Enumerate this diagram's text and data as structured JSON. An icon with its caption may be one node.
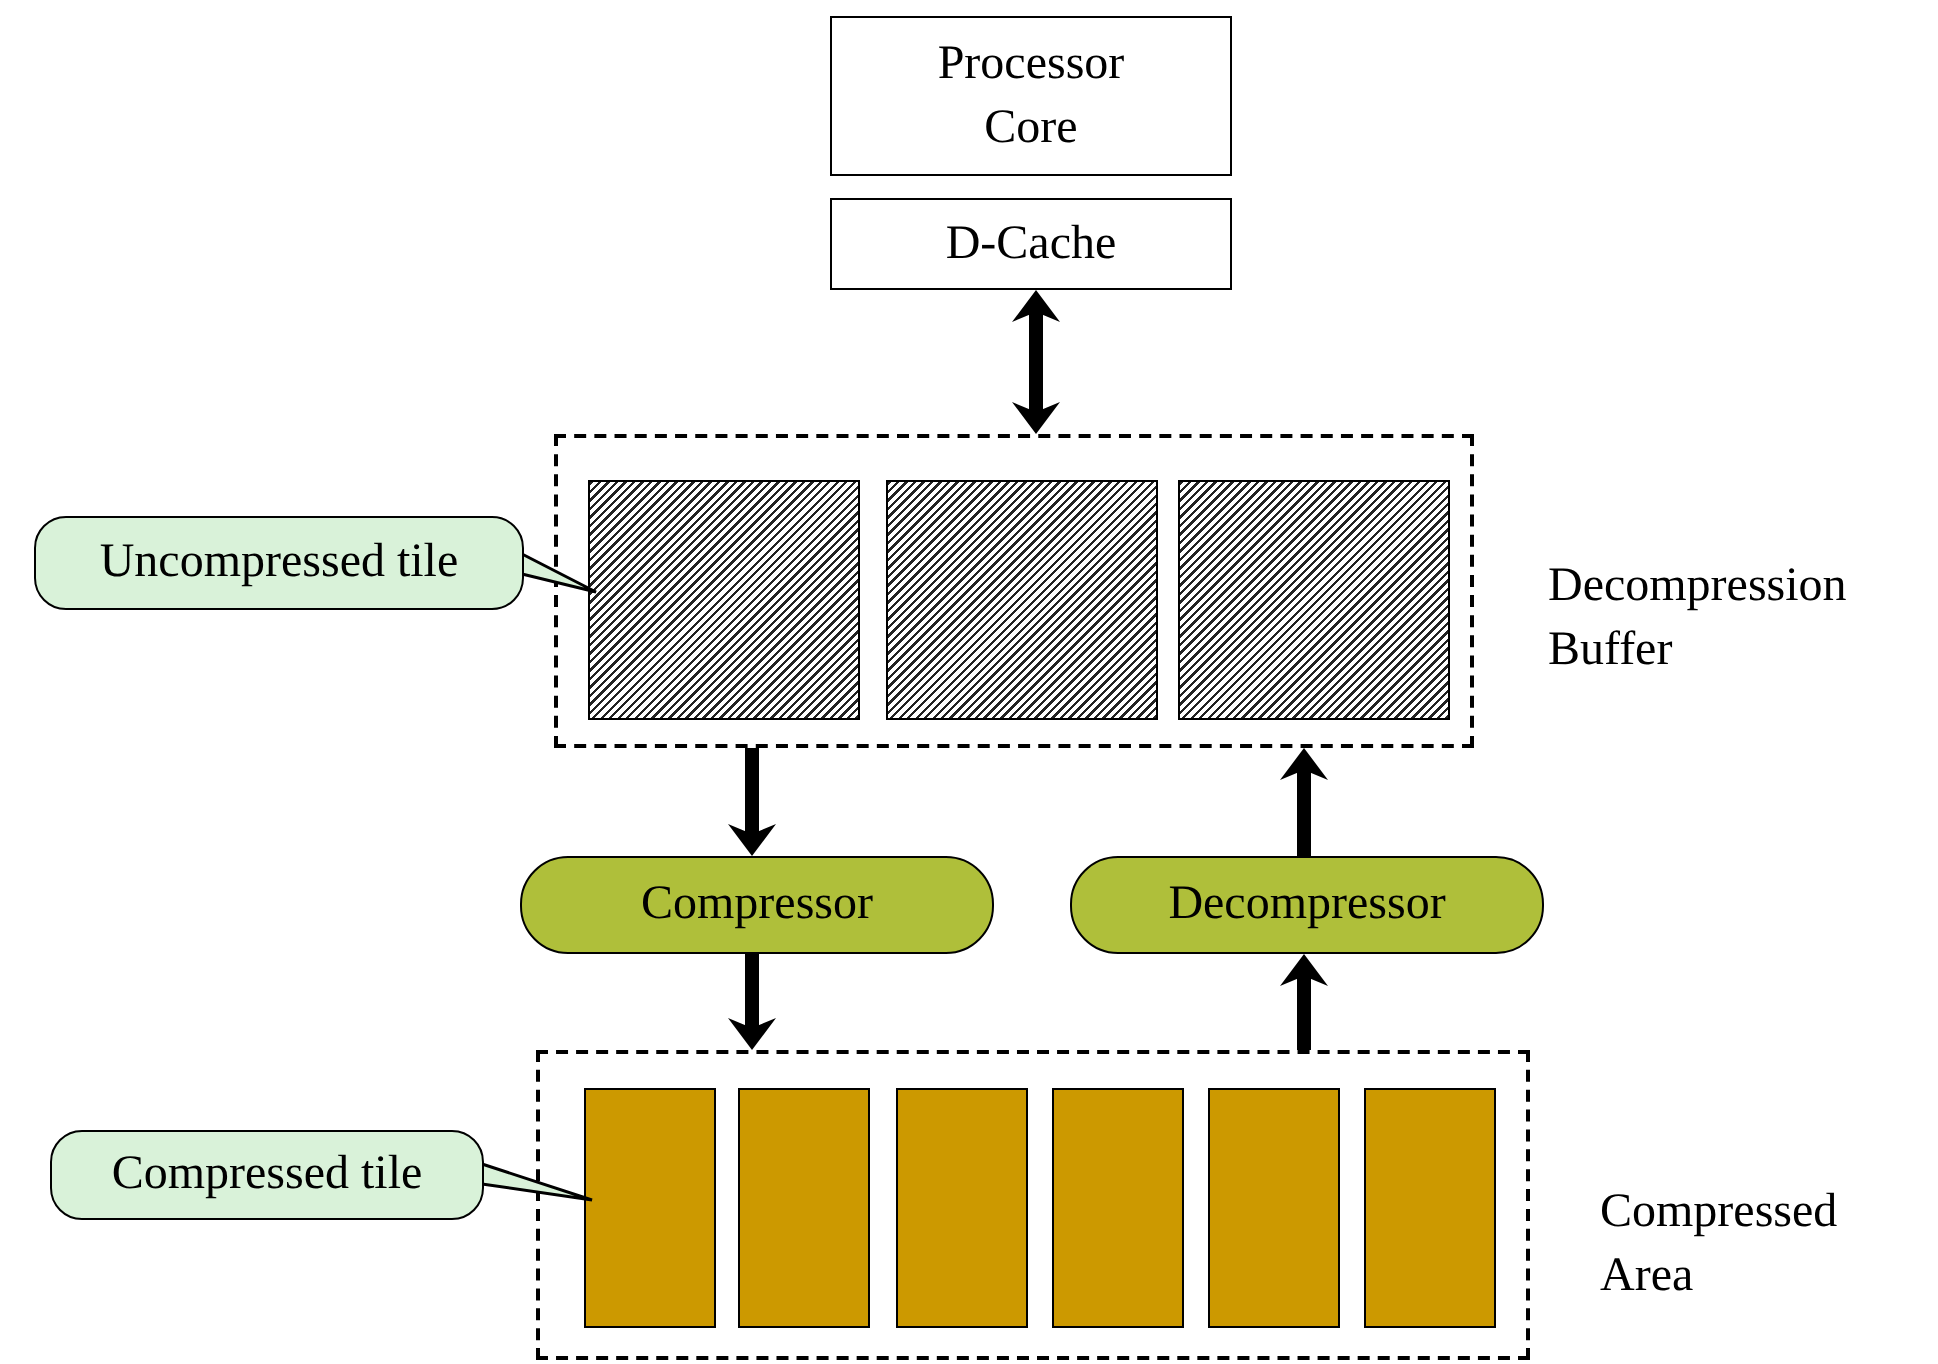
{
  "diagram": {
    "nodes": [
      {
        "text": [
          "Processor Core"
        ]
      },
      {
        "text": [
          "D-Cache"
        ]
      },
      {
        "text": [
          "Decompression Buffer"
        ]
      },
      {
        "text": [],
        "shape": "box",
        "in": 2
      },
      {
        "text": [],
        "shape": "box",
        "in": 2
      },
      {
        "text": [],
        "shape": "box",
        "in": 2
      },
      {
        "text": [
          "Compressor"
        ]
      },
      {
        "text": [
          "Decompressor"
        ]
      },
      {
        "text": [
          "Compressed Area"
        ]
      },
      {
        "text": [],
        "shape": "box",
        "in": 8
      },
      {
        "text": [],
        "shape": "box",
        "in": 8
      },
      {
        "text": [],
        "shape": "box",
        "in": 8
      },
      {
        "text": [],
        "shape": "box",
        "in": 8
      },
      {
        "text": [],
        "shape": "box",
        "in": 8
      },
      {
        "text": [],
        "shape": "box",
        "in": 8
      },
      {
        "text": [
          "Uncompressed tile"
        ]
      },
      {
        "text": [
          "Compressed tile"
        ]
      }
    ],
    "edges": [
      {
        "from": 1,
        "to": 2,
        "arrow": "both"
      },
      {
        "from": 2,
        "to": 6,
        "arrow": "to"
      },
      {
        "from": 6,
        "to": 8,
        "arrow": "to"
      },
      {
        "from": 8,
        "to": 7,
        "arrow": "to"
      },
      {
        "from": 7,
        "to": 2,
        "arrow": "to"
      },
      {
        "from": 15,
        "to": 3,
        "arrow": "none"
      },
      {
        "from": 16,
        "to": 9,
        "arrow": "none"
      }
    ]
  }
}
